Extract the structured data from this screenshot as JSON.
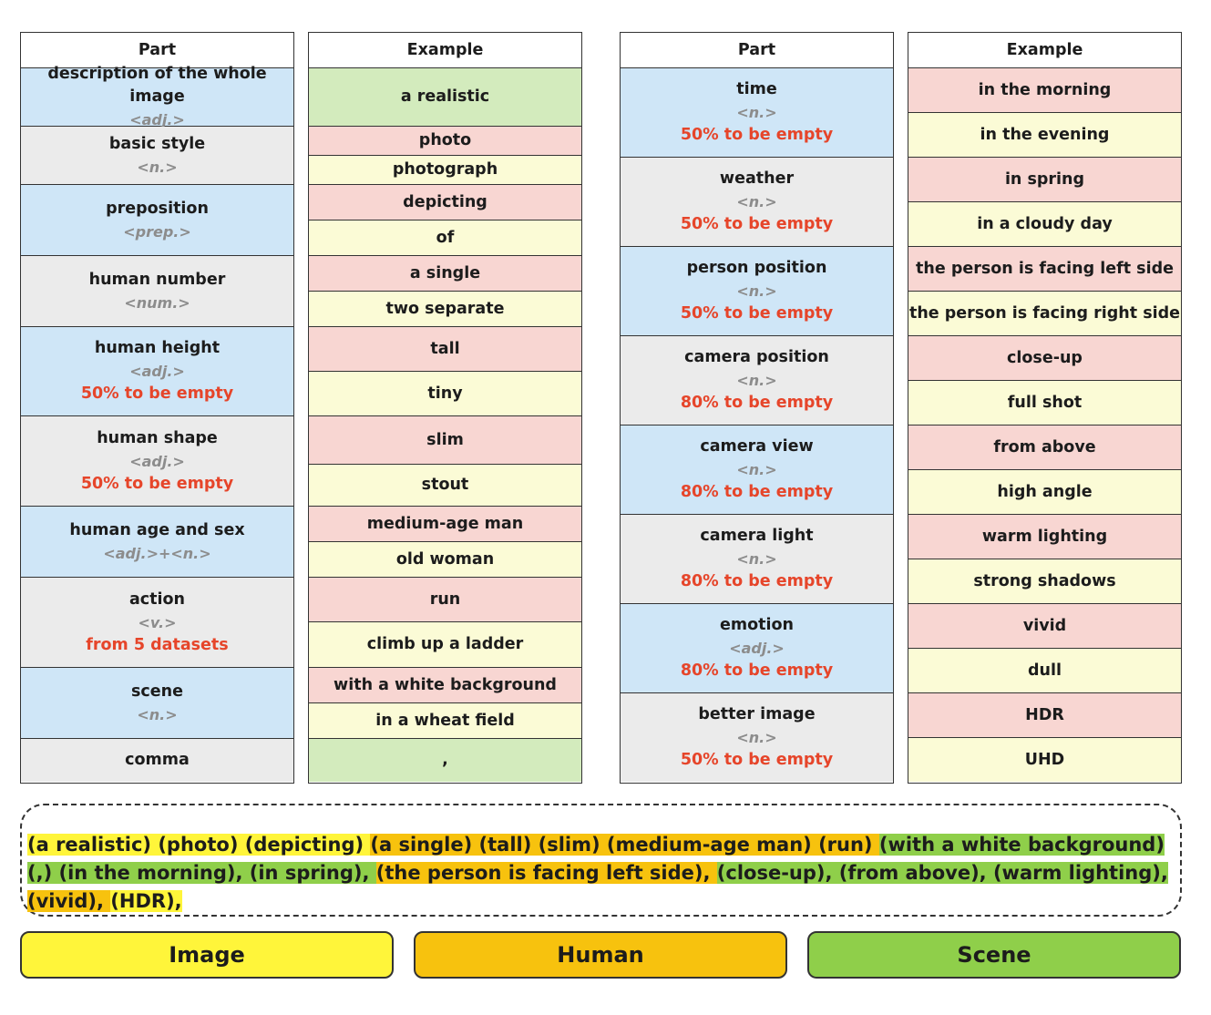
{
  "tables": {
    "left": {
      "part_header": "Part",
      "example_header": "Example",
      "parts": [
        {
          "title": "description of the whole image",
          "tag": "<adj.>",
          "note": ""
        },
        {
          "title": "basic style",
          "tag": "<n.>",
          "note": ""
        },
        {
          "title": "preposition",
          "tag": "<prep.>",
          "note": ""
        },
        {
          "title": "human number",
          "tag": "<num.>",
          "note": ""
        },
        {
          "title": "human height",
          "tag": "<adj.>",
          "note": "50% to be empty"
        },
        {
          "title": "human shape",
          "tag": "<adj.>",
          "note": "50% to be empty"
        },
        {
          "title": "human age and sex",
          "tag": "<adj.>+<n.>",
          "note": ""
        },
        {
          "title": "action",
          "tag": "<v.>",
          "note": "from 5 datasets"
        },
        {
          "title": "scene",
          "tag": "<n.>",
          "note": ""
        },
        {
          "title": "comma",
          "tag": "",
          "note": ""
        }
      ],
      "examples": [
        "a realistic",
        "photo",
        "photograph",
        "depicting",
        "of",
        "a single",
        "two separate",
        "tall",
        "tiny",
        "slim",
        "stout",
        "medium-age man",
        "old woman",
        "run",
        "climb up a ladder",
        "with a white background",
        "in a wheat field",
        ","
      ]
    },
    "right": {
      "part_header": "Part",
      "example_header": "Example",
      "parts": [
        {
          "title": "time",
          "tag": "<n.>",
          "note": "50% to be empty"
        },
        {
          "title": "weather",
          "tag": "<n.>",
          "note": "50% to be empty"
        },
        {
          "title": "person position",
          "tag": "<n.>",
          "note": "50% to be empty"
        },
        {
          "title": "camera position",
          "tag": "<n.>",
          "note": "80% to be empty"
        },
        {
          "title": "camera view",
          "tag": "<n.>",
          "note": "80% to be empty"
        },
        {
          "title": "camera light",
          "tag": "<n.>",
          "note": "80% to be empty"
        },
        {
          "title": "emotion",
          "tag": "<adj.>",
          "note": "80% to be empty"
        },
        {
          "title": "better image",
          "tag": "<n.>",
          "note": "50% to be empty"
        }
      ],
      "examples": [
        "in the morning",
        "in the evening",
        "in spring",
        "in a cloudy day",
        "the person is facing left side",
        "the person is facing right side",
        "close-up",
        "full shot",
        "from above",
        "high angle",
        "warm lighting",
        "strong shadows",
        "vivid",
        "dull",
        "HDR",
        "UHD"
      ]
    }
  },
  "caption_segments": [
    {
      "text": "(a realistic) (photo) (depicting) ",
      "group": "image"
    },
    {
      "text": "(a single) (tall) (slim) (medium-age man) (run) ",
      "group": "human"
    },
    {
      "text": "(with a white background)(,) (in the morning), (in spring), ",
      "group": "scene"
    },
    {
      "text": "(the person is facing left side), ",
      "group": "human"
    },
    {
      "text": "(close-up), (from above), (warm lighting), ",
      "group": "scene"
    },
    {
      "text": "(vivid), ",
      "group": "human"
    },
    {
      "text": "(HDR),",
      "group": "image"
    }
  ],
  "legend": [
    {
      "label": "Image",
      "color": "#fff53a"
    },
    {
      "label": "Human",
      "color": "#f7c20e"
    },
    {
      "label": "Scene",
      "color": "#8fcf4a"
    }
  ],
  "colors": {
    "part_blue": "#cfe6f7",
    "part_gray": "#ebebeb",
    "example_pink": "#f8d6d2",
    "example_yellow": "#fbfbd6",
    "example_green": "#d3ebbd",
    "note_red": "#e6452a",
    "tag_gray": "#8c8c8c"
  }
}
